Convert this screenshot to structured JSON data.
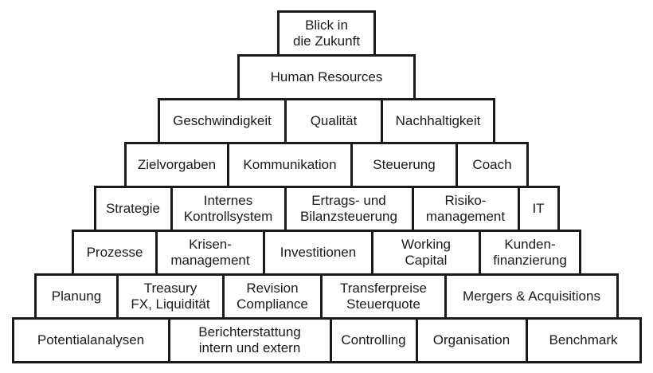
{
  "diagram": {
    "type": "stepped-pyramid",
    "language": "de",
    "colors": {
      "box_border": "#1a1a1a",
      "box_background": "#ffffff",
      "text": "#1a1a1a"
    },
    "rows": [
      {
        "boxes": [
          {
            "label": "Blick in\ndie Zukunft"
          }
        ]
      },
      {
        "boxes": [
          {
            "label": "Human Resources"
          }
        ]
      },
      {
        "boxes": [
          {
            "label": "Geschwindigkeit"
          },
          {
            "label": "Qualität"
          },
          {
            "label": "Nachhaltigkeit"
          }
        ]
      },
      {
        "boxes": [
          {
            "label": "Zielvorgaben"
          },
          {
            "label": "Kommunikation"
          },
          {
            "label": "Steuerung"
          },
          {
            "label": "Coach"
          }
        ]
      },
      {
        "boxes": [
          {
            "label": "Strategie"
          },
          {
            "label": "Internes\nKontrollsystem"
          },
          {
            "label": "Ertrags- und\nBilanzsteuerung"
          },
          {
            "label": "Risiko-\nmanagement"
          },
          {
            "label": "IT"
          }
        ]
      },
      {
        "boxes": [
          {
            "label": "Prozesse"
          },
          {
            "label": "Krisen-\nmanagement"
          },
          {
            "label": "Investitionen"
          },
          {
            "label": "Working\nCapital"
          },
          {
            "label": "Kunden-\nfinanzierung"
          }
        ]
      },
      {
        "boxes": [
          {
            "label": "Planung"
          },
          {
            "label": "Treasury\nFX, Liquidität"
          },
          {
            "label": "Revision\nCompliance"
          },
          {
            "label": "Transferpreise\nSteuerquote"
          },
          {
            "label": "Mergers & Acquisitions"
          }
        ]
      },
      {
        "boxes": [
          {
            "label": "Potentialanalysen"
          },
          {
            "label": "Berichterstattung\nintern und extern"
          },
          {
            "label": "Controlling"
          },
          {
            "label": "Organisation"
          },
          {
            "label": "Benchmark"
          }
        ]
      }
    ]
  }
}
